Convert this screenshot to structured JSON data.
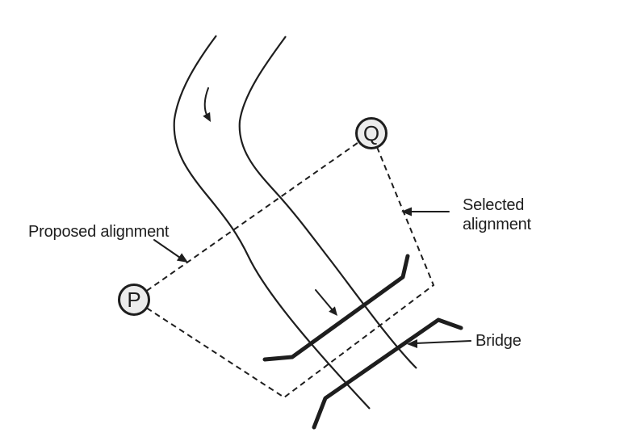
{
  "diagram": {
    "description": "Road alignment selection across a river with a bridge crossing",
    "colors": {
      "paper": "#ffffff",
      "ink": "#1e1e1e",
      "node_fill": "#ececec"
    }
  },
  "labels": {
    "proposed_alignment": "Proposed alignment",
    "selected_alignment_line1": "Selected",
    "selected_alignment_line2": "alignment",
    "bridge": "Bridge"
  },
  "nodes": {
    "p": "P",
    "q": "Q"
  }
}
